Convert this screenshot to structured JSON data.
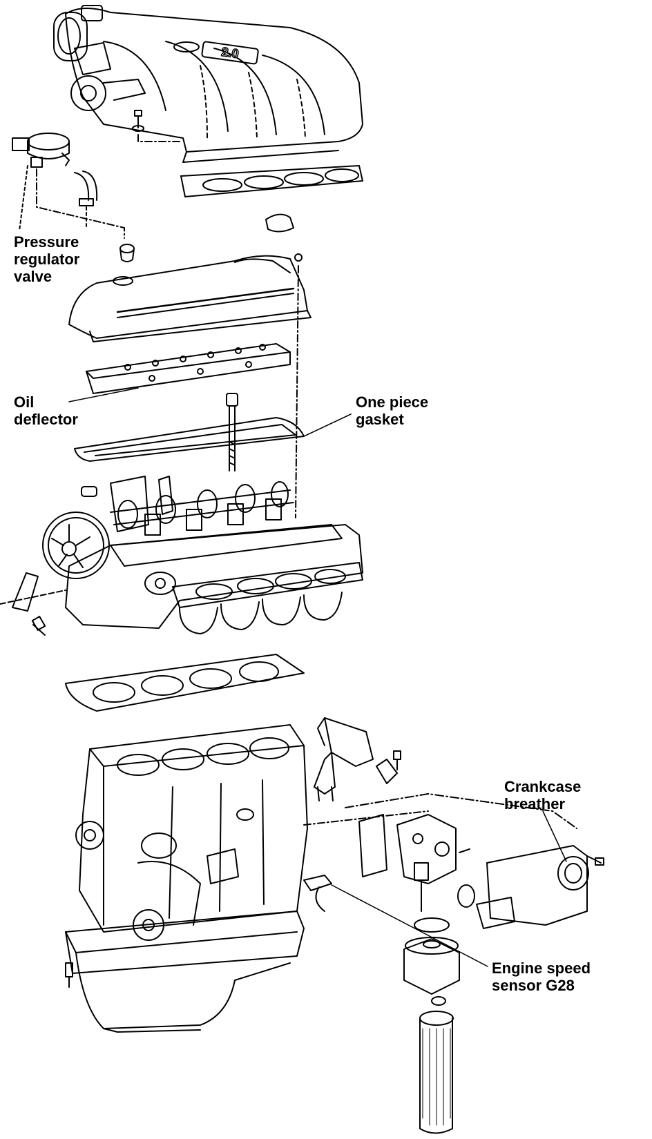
{
  "callouts": {
    "pressure_regulator_valve": "Pressure\nregulator\nvalve",
    "oil_deflector": "Oil\ndeflector",
    "one_piece_gasket": "One piece\ngasket",
    "crankcase_breather": "Crankcase\nbreather",
    "engine_speed_sensor": "Engine speed\nsensor G28"
  },
  "manifold_badge": "2.0",
  "colors": {
    "ink": "#000000",
    "paper": "#ffffff"
  }
}
